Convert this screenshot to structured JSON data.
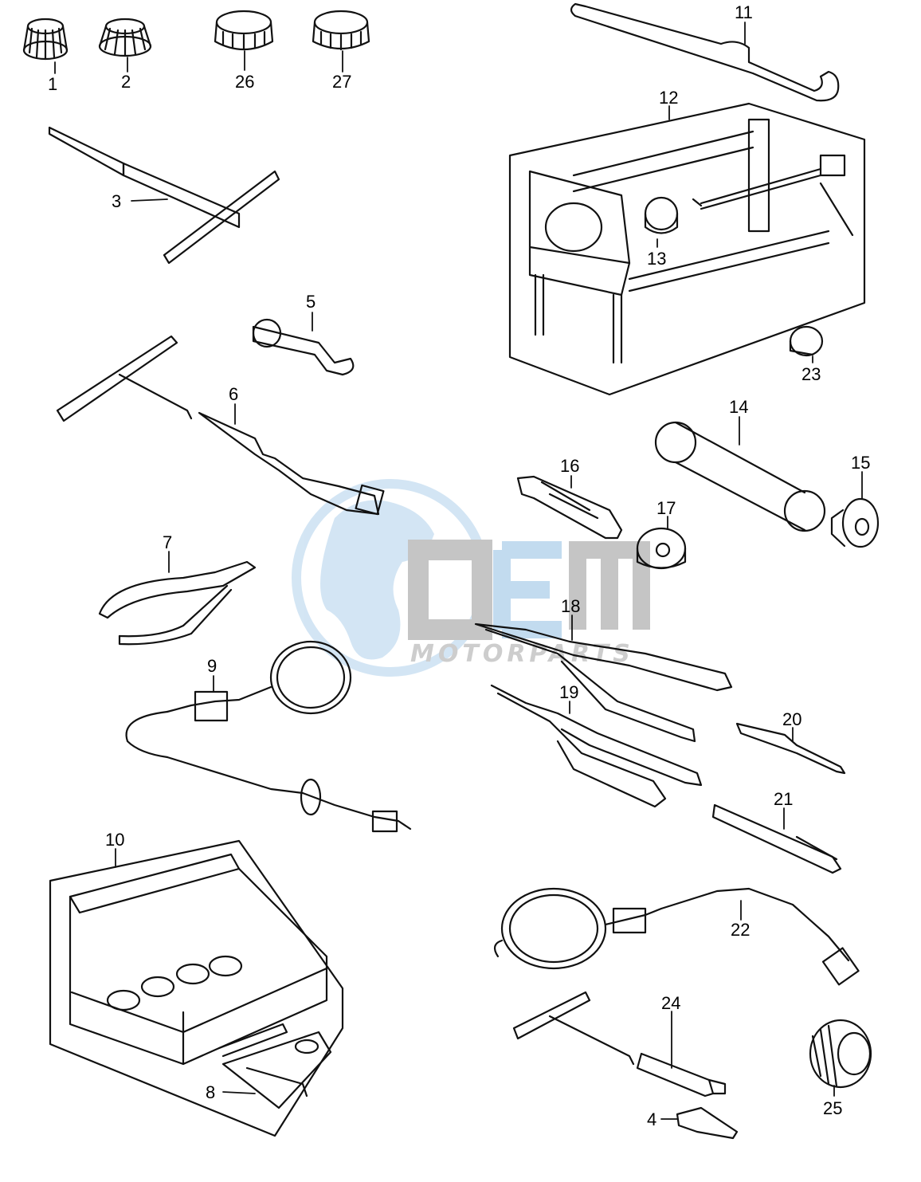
{
  "watermark": {
    "brand": "OEM",
    "subtitle": "MOTORPARTS",
    "globe_color": "#cfe3f3",
    "brand_color": "#bfbfbf",
    "accent_color": "#bcd8ee"
  },
  "parts": [
    {
      "id": "1",
      "label": "1"
    },
    {
      "id": "2",
      "label": "2"
    },
    {
      "id": "26",
      "label": "26"
    },
    {
      "id": "27",
      "label": "27"
    },
    {
      "id": "11",
      "label": "11"
    },
    {
      "id": "12",
      "label": "12"
    },
    {
      "id": "3",
      "label": "3"
    },
    {
      "id": "13",
      "label": "13"
    },
    {
      "id": "5",
      "label": "5"
    },
    {
      "id": "23",
      "label": "23"
    },
    {
      "id": "6",
      "label": "6"
    },
    {
      "id": "14",
      "label": "14"
    },
    {
      "id": "16",
      "label": "16"
    },
    {
      "id": "15",
      "label": "15"
    },
    {
      "id": "17",
      "label": "17"
    },
    {
      "id": "7",
      "label": "7"
    },
    {
      "id": "18",
      "label": "18"
    },
    {
      "id": "9",
      "label": "9"
    },
    {
      "id": "19",
      "label": "19"
    },
    {
      "id": "20",
      "label": "20"
    },
    {
      "id": "21",
      "label": "21"
    },
    {
      "id": "10",
      "label": "10"
    },
    {
      "id": "22",
      "label": "22"
    },
    {
      "id": "24",
      "label": "24"
    },
    {
      "id": "8",
      "label": "8"
    },
    {
      "id": "4",
      "label": "4"
    },
    {
      "id": "25",
      "label": "25"
    }
  ]
}
